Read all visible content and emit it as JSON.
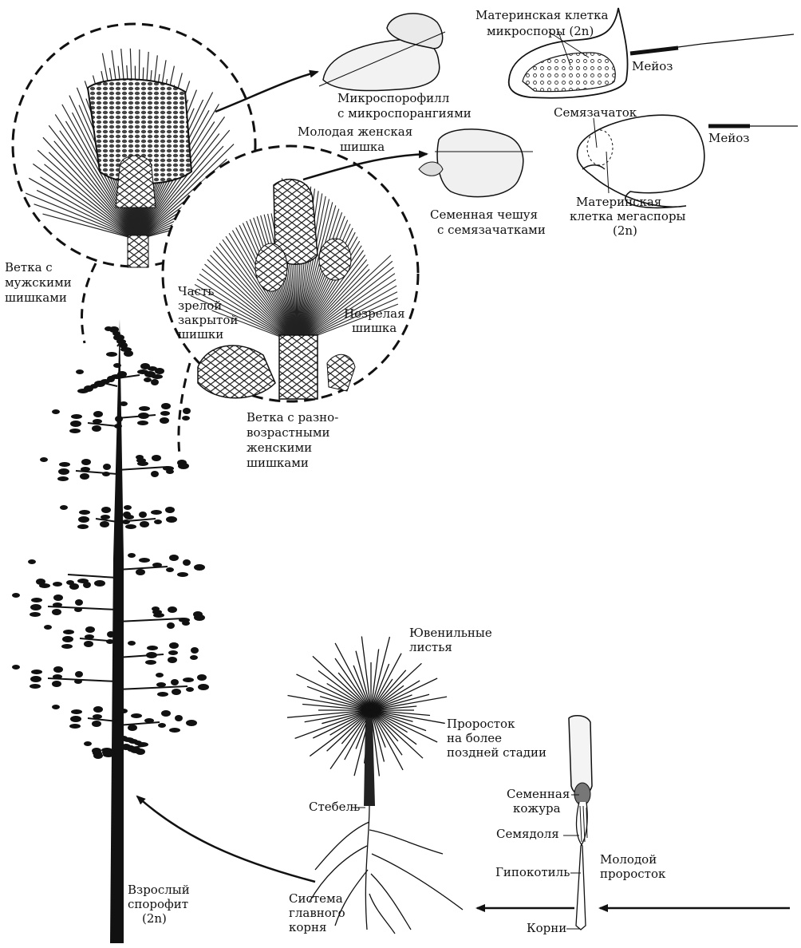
{
  "labels": {
    "mother_cell_micro": [
      "Материнская клетка",
      "микроспоры (2n)"
    ],
    "meiosis_1": "Мейоз",
    "microsporophyll": [
      "Микроспорофилл",
      "с микроспорангиями"
    ],
    "young_female_cone": [
      "Молодая женская",
      "шишка"
    ],
    "ovule": "Семязачаток",
    "meiosis_2": "Мейоз",
    "seed_scale": [
      "Семенная чешуя",
      "с семязачатками"
    ],
    "mother_cell_mega": [
      "Материнская",
      "клетка мегаспоры",
      "(2n)"
    ],
    "branch_male": [
      "Ветка с",
      "мужскими",
      "шишками"
    ],
    "mature_cone_part": [
      "Часть",
      "зрелой",
      "закрытой",
      "шишки"
    ],
    "immature_cone": [
      "Незрелая",
      "шишка"
    ],
    "branch_female": [
      "Ветка с разно-",
      "возрастными",
      "женскими",
      "шишками"
    ],
    "juvenile_leaves": [
      "Ювенильные",
      "листья"
    ],
    "later_seedling": [
      "Проросток",
      "на более",
      "поздней стадии"
    ],
    "seed_coat": [
      "Семенная",
      "кожура"
    ],
    "stem": "Стебель",
    "cotyledon": "Семядоля",
    "young_seedling": [
      "Молодой",
      "проросток"
    ],
    "hypocotyl": "Гипокотиль",
    "adult_sporophyte": [
      "Взрослый",
      "спорофит",
      "(2n)"
    ],
    "taproot_system": [
      "Система",
      "главного",
      "корня"
    ],
    "roots": "Корни"
  }
}
